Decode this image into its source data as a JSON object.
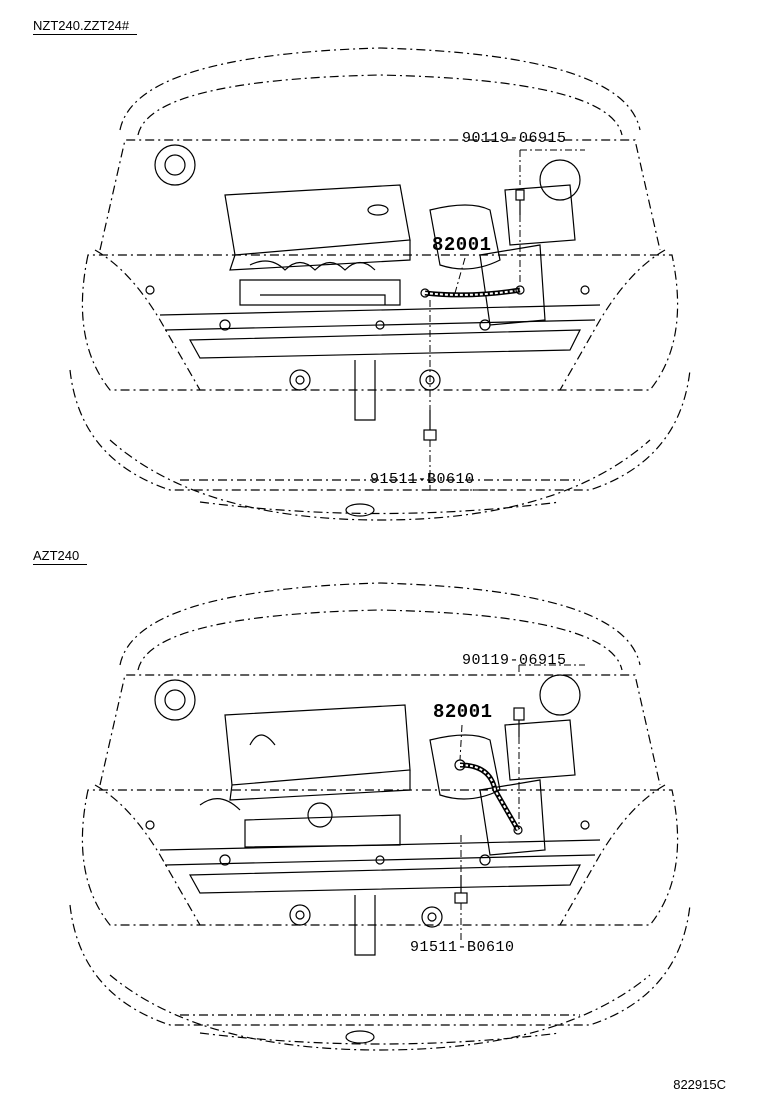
{
  "sections": [
    {
      "label": "NZT240.ZZT24#",
      "parts": {
        "bolt_top": "90119-06915",
        "cable": "82001",
        "bolt_bottom": "91511-B0610"
      }
    },
    {
      "label": "AZT240",
      "parts": {
        "bolt_top": "90119-06915",
        "cable": "82001",
        "bolt_bottom": "91511-B0610"
      }
    }
  ],
  "illustration_code": "822915C"
}
